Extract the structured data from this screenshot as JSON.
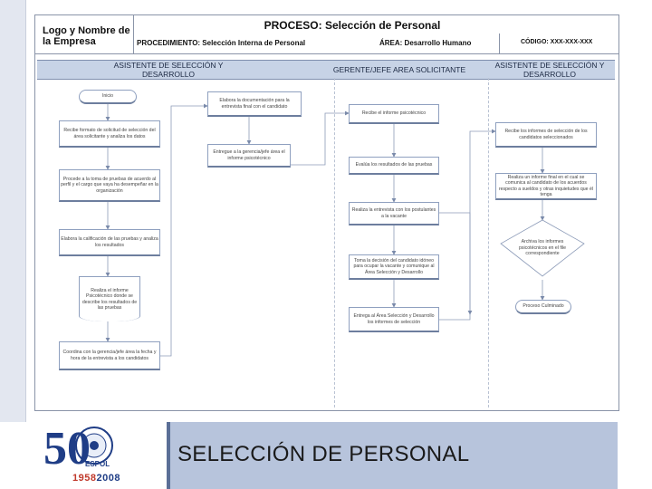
{
  "header": {
    "logo_text": "Logo y Nombre de la Empresa",
    "process_title": "PROCESO: Selección de Personal",
    "procedure": "PROCEDIMIENTO: Selección Interna de Personal",
    "area": "ÁREA: Desarrollo Humano",
    "code": "CÓDIGO: XXX-XXX-XXX"
  },
  "lanes": [
    "ASISTENTE DE SELECCIÓN Y DESARROLLO",
    "GERENTE/JEFE AREA SOLICITANTE",
    "ASISTENTE DE SELECCIÓN Y DESARROLLO"
  ],
  "steps": {
    "inicio": "Inicio",
    "s1": "Recibe formato de solicitud de selección del área solicitante y analiza los datos",
    "s2": "Procede a la toma de pruebas de acuerdo al perfil y el cargo que vaya ha desempeñar en la organización",
    "s3": "Elabora la calificación de las pruebas y analiza los resultados",
    "s4": "Realiza el informe Psicotécnico donde se describe los resultados de las pruebas",
    "s5": "Coordina con la gerencia/jefe área la fecha y hora de la entrevista a los candidatos",
    "s6": "Elabora la documentación para la entrevista final con el candidato",
    "s7": "Entregue a la gerencia/jefe área el informe psicotécnico",
    "s8": "Recibe el informe psicotécnico",
    "s9": "Evalúa los resultados de las pruebas",
    "s10": "Realiza la entrevista con los postulantes a la vacante",
    "s11": "Toma la decisión del candidato idóneo para ocupar la vacante y comunique al Área Selección y Desarrollo",
    "s12": "Entrega al Área Selección y Desarrollo los informes de selección",
    "s13": "Recibe los informes de selección de los candidatos seleccionados",
    "s14": "Realiza un informe final en el cual se comunica al candidato de los acuerdos respecto a sueldos y otras inquietudes que él tenga",
    "s15": "Archiva los informes psicotécnicos en el file correspondiente",
    "fin": "Proceso Culminado"
  },
  "footer": {
    "title": "SELECCIÓN DE PERSONAL",
    "emblem_number": "50",
    "year_start": "1958",
    "year_end": "2008",
    "emblem_text": "ESPOL"
  },
  "colors": {
    "lane_band": "#c7d3e6",
    "footer_band": "#b7c4dc",
    "emblem_blue": "#1f3d86"
  }
}
